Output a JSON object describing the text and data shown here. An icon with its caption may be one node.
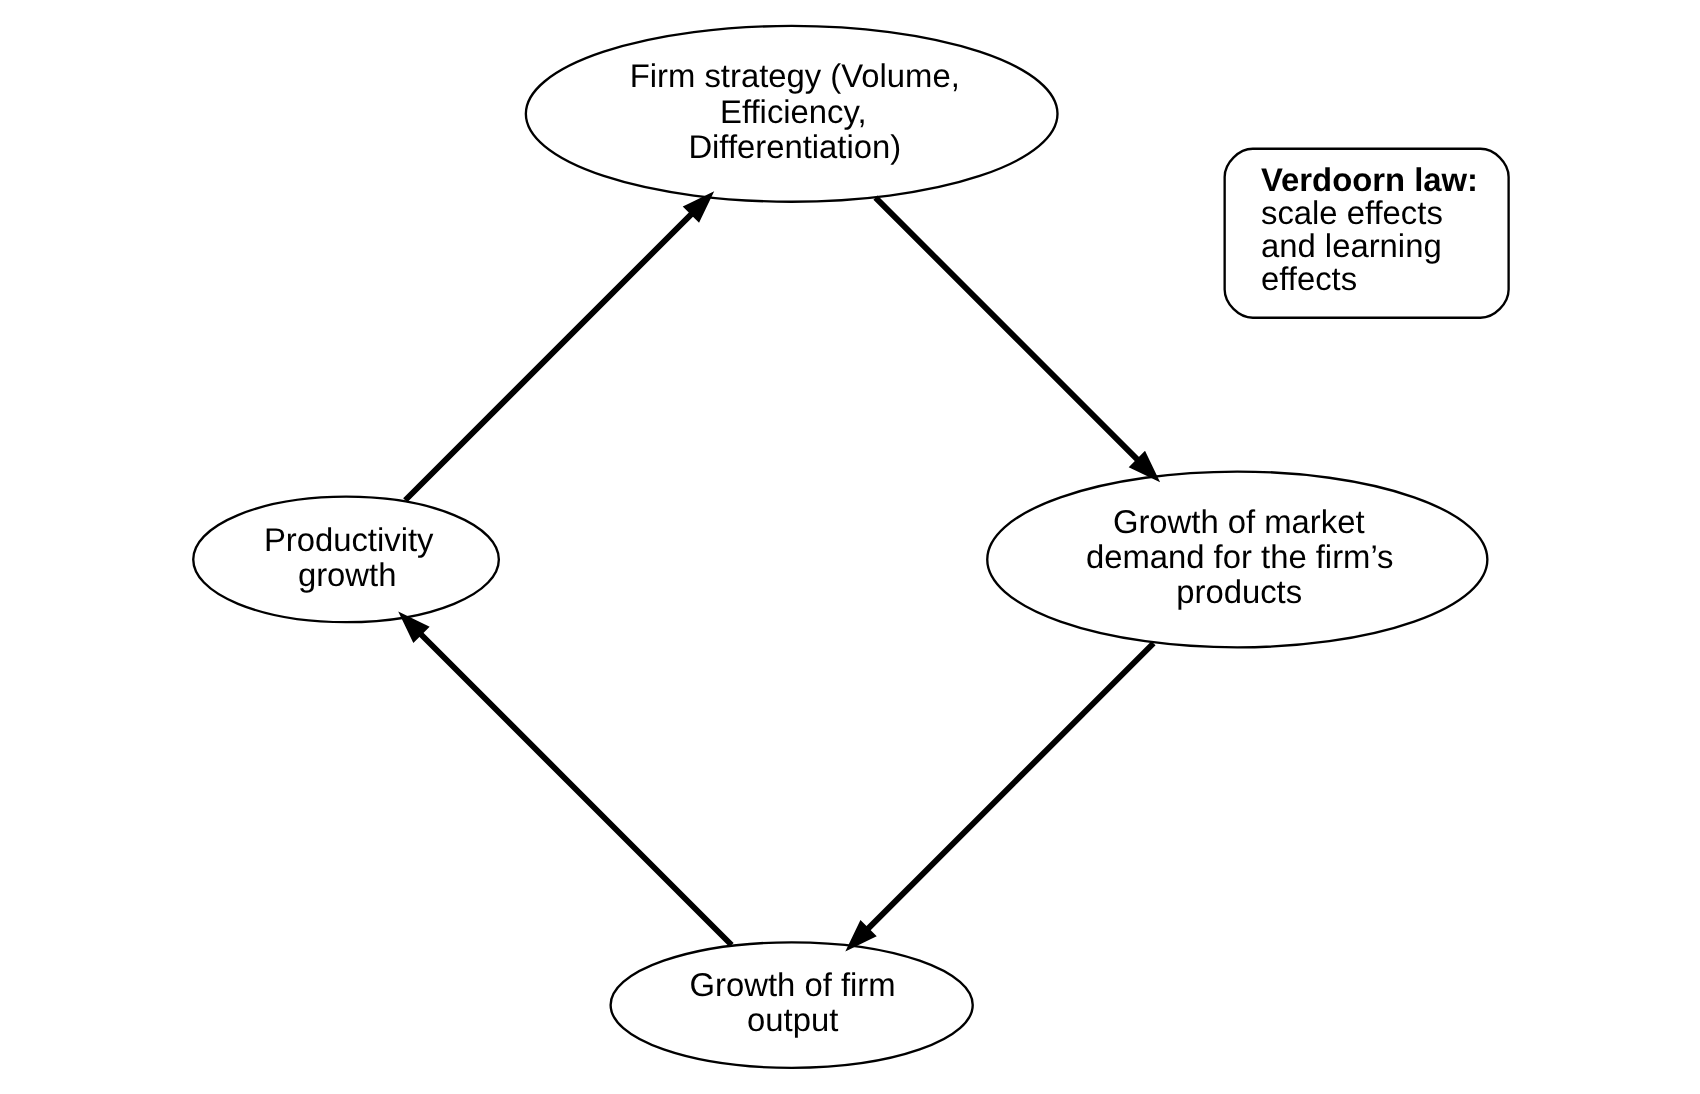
{
  "diagram": {
    "nodes": [
      {
        "text": [
          "Growth of firm output"
        ]
      },
      {
        "text": [
          "Productivity growth"
        ]
      },
      {
        "text": [
          "Firm strategy (Volume, Efficiency, Differentiation)"
        ]
      },
      {
        "text": [
          "Growth of market demand for the firm’s products"
        ]
      },
      {
        "text": [
          "Verdoorn law:",
          "scale effects and learning effects"
        ]
      }
    ],
    "edges": [
      {
        "from": 0,
        "to": 1,
        "arrow": "to"
      },
      {
        "from": 1,
        "to": 2,
        "arrow": "to"
      },
      {
        "from": 2,
        "to": 3,
        "arrow": "to"
      },
      {
        "from": 3,
        "to": 0,
        "arrow": "to"
      }
    ]
  }
}
